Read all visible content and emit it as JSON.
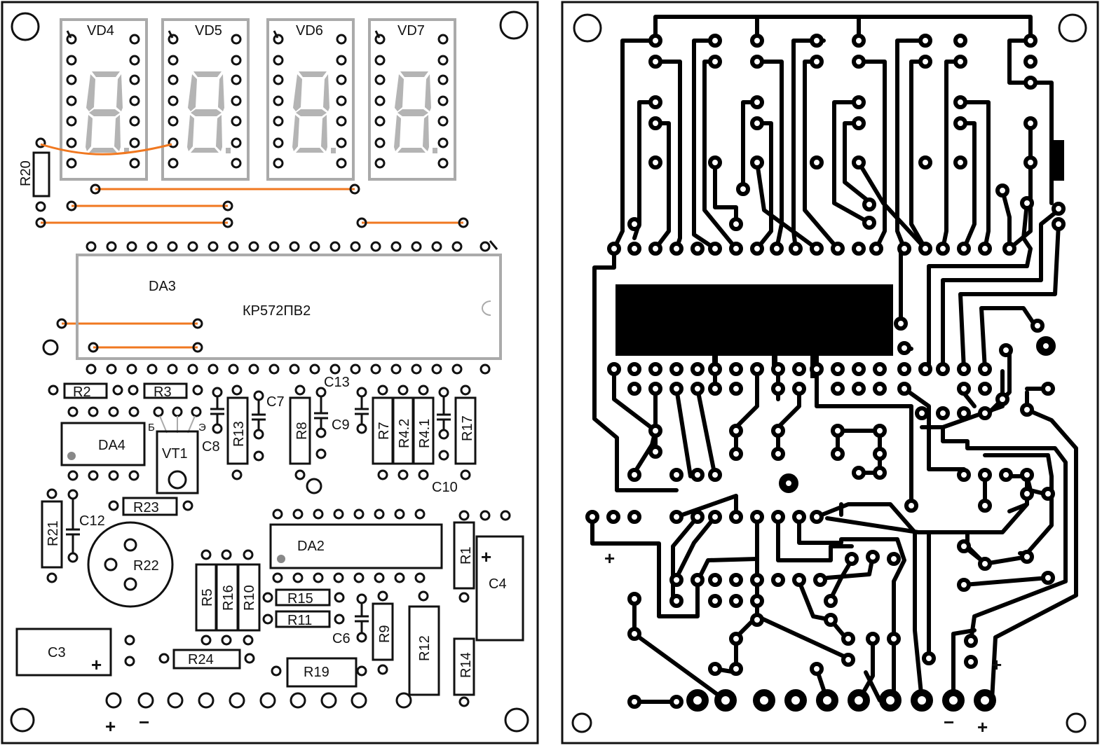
{
  "components_view": {
    "displays": [
      "VD4",
      "VD5",
      "VD6",
      "VD7"
    ],
    "chips": {
      "main_ref": "DA3",
      "main_part": "КР572ПВ2",
      "da2": "DA2",
      "da4": "DA4"
    },
    "transistor": {
      "ref": "VT1",
      "pin_b": "Б",
      "pin_e": "Э"
    },
    "resistors": [
      "R1",
      "R2",
      "R3",
      "R4.1",
      "R4.2",
      "R5",
      "R7",
      "R8",
      "R9",
      "R10",
      "R11",
      "R12",
      "R13",
      "R14",
      "R15",
      "R16",
      "R17",
      "R19",
      "R20",
      "R21",
      "R22",
      "R23",
      "R24"
    ],
    "capacitors": [
      "C3",
      "C4",
      "C6",
      "C7",
      "C8",
      "C9",
      "C10",
      "C12",
      "C13"
    ],
    "power": {
      "plus": "+",
      "minus": "−"
    }
  },
  "copper_view": {
    "plus_left": "+",
    "plus_right": "+",
    "plus_bottom": "+",
    "minus_bottom": "−"
  },
  "colors": {
    "outline": "#111111",
    "display_gray": "#aaaaaa",
    "segment_gray": "#b4b4b4",
    "jumper_orange": "#f07820",
    "copper": "#000000"
  }
}
